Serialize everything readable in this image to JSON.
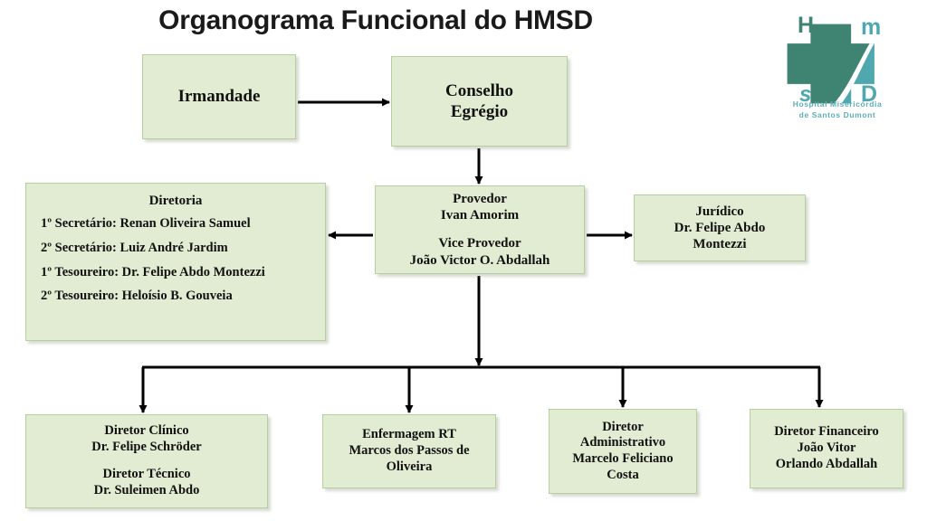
{
  "page": {
    "title": "Organograma Funcional do HMSD",
    "background": "#ffffff",
    "box_fill": "#e1ecd3",
    "box_border": "#b6cfa1",
    "connector_color": "#000000"
  },
  "logo": {
    "letters": {
      "h": "H",
      "m": "m",
      "s": "s",
      "d": "D"
    },
    "tagline_line1": "Hospital Misericórdia",
    "tagline_line2": "de Santos Dumont",
    "color_dark": "#3f8373",
    "color_light": "#4fa8ae",
    "tagline_color": "#5cadb4"
  },
  "chart_data": {
    "type": "diagram",
    "title": "Organograma Funcional do HMSD",
    "nodes": [
      {
        "id": "irmandade",
        "lines": [
          "Irmandade"
        ]
      },
      {
        "id": "conselho",
        "lines": [
          "Conselho",
          "Egrégio"
        ]
      },
      {
        "id": "provedor",
        "lines": [
          "Provedor",
          "Ivan Amorim",
          "",
          "Vice Provedor",
          "João Victor O. Abdallah"
        ]
      },
      {
        "id": "juridico",
        "lines": [
          "Jurídico",
          "Dr. Felipe Abdo",
          "Montezzi"
        ]
      },
      {
        "id": "diretoria",
        "lines": [
          "Diretoria",
          "1º Secretário: Renan Oliveira Samuel",
          "2º Secretário: Luiz André Jardim",
          "1º Tesoureiro: Dr. Felipe Abdo Montezzi",
          "2º Tesoureiro: Heloísio B. Gouveia"
        ]
      },
      {
        "id": "clinico",
        "lines": [
          "Diretor Clínico",
          "Dr. Felipe Schröder",
          "",
          "Diretor Técnico",
          "Dr. Suleimen Abdo"
        ]
      },
      {
        "id": "enfermagem",
        "lines": [
          "Enfermagem RT",
          "Marcos dos Passos de",
          "Oliveira"
        ]
      },
      {
        "id": "administrativo",
        "lines": [
          "Diretor",
          "Administrativo",
          "Marcelo Feliciano",
          "Costa"
        ]
      },
      {
        "id": "financeiro",
        "lines": [
          "Diretor Financeiro",
          "João Vitor",
          "Orlando Abdallah"
        ]
      }
    ],
    "edges": [
      {
        "from": "irmandade",
        "to": "conselho",
        "direction": "right"
      },
      {
        "from": "conselho",
        "to": "provedor",
        "direction": "down"
      },
      {
        "from": "provedor",
        "to": "diretoria",
        "direction": "left"
      },
      {
        "from": "provedor",
        "to": "juridico",
        "direction": "right"
      },
      {
        "from": "provedor",
        "to": "clinico",
        "direction": "down"
      },
      {
        "from": "provedor",
        "to": "enfermagem",
        "direction": "down"
      },
      {
        "from": "provedor",
        "to": "administrativo",
        "direction": "down"
      },
      {
        "from": "provedor",
        "to": "financeiro",
        "direction": "down"
      }
    ]
  },
  "boxes": {
    "irmandade": {
      "l1": "Irmandade"
    },
    "conselho": {
      "l1": "Conselho",
      "l2": "Egrégio"
    },
    "provedor": {
      "l1": "Provedor",
      "l2": "Ivan Amorim",
      "l3": "Vice Provedor",
      "l4": "João Victor O. Abdallah"
    },
    "juridico": {
      "l1": "Jurídico",
      "l2": "Dr. Felipe Abdo",
      "l3": "Montezzi"
    },
    "diretoria": {
      "heading": "Diretoria",
      "r1": "1º Secretário: Renan Oliveira Samuel",
      "r2": "2º Secretário: Luiz André Jardim",
      "r3": "1º Tesoureiro: Dr. Felipe Abdo Montezzi",
      "r4": "2º Tesoureiro: Heloísio B. Gouveia"
    },
    "clinico": {
      "l1": "Diretor Clínico",
      "l2": "Dr. Felipe Schröder",
      "l3": "Diretor Técnico",
      "l4": "Dr. Suleimen Abdo"
    },
    "enfermagem": {
      "l1": "Enfermagem RT",
      "l2": "Marcos dos Passos de",
      "l3": "Oliveira"
    },
    "administrativo": {
      "l1": "Diretor",
      "l2": "Administrativo",
      "l3": "Marcelo Feliciano",
      "l4": "Costa"
    },
    "financeiro": {
      "l1": "Diretor Financeiro",
      "l2": "João Vitor",
      "l3": "Orlando Abdallah"
    }
  }
}
